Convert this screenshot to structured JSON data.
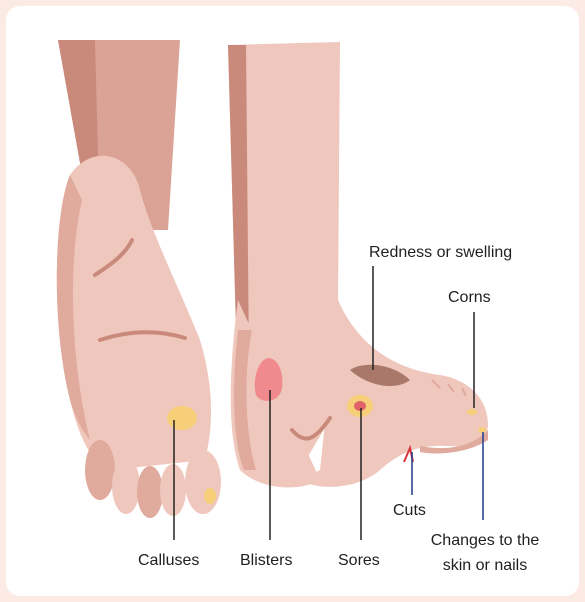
{
  "labels": {
    "redness": "Redness or swelling",
    "corns": "Corns",
    "cuts": "Cuts",
    "changes_line1": "Changes to the",
    "changes_line2": "skin or nails",
    "calluses": "Calluses",
    "blisters": "Blisters",
    "sores": "Sores"
  },
  "colors": {
    "background": "#fcebe4",
    "card": "#ffffff",
    "skin_light": "#efc7bd",
    "skin_mid": "#e0aa9c",
    "skin_dark": "#c98a7b",
    "callus": "#f7cf78",
    "blister": "#f08a8f",
    "swelling": "#a9786a",
    "cut": "#d9323c",
    "leader": "#222222",
    "leader_accent": "#1c3a8a"
  }
}
